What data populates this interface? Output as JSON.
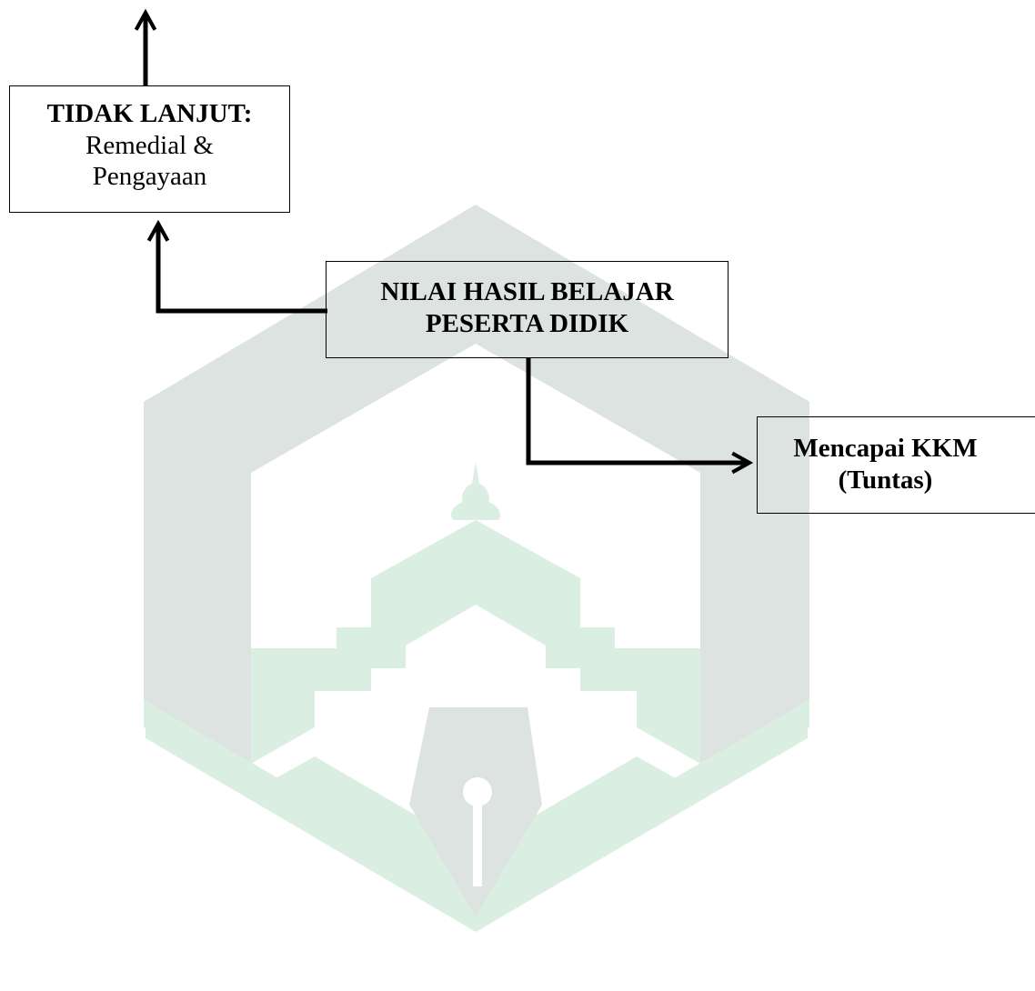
{
  "diagram": {
    "boxes": {
      "tindak_lanjut": {
        "title": "TIDAK LANJUT:",
        "line1": "Remedial &",
        "line2": "Pengayaan"
      },
      "nilai_hasil": {
        "line1": "NILAI HASIL BELAJAR",
        "line2": "PESERTA DIDIK"
      },
      "kkm": {
        "line1": "Mencapai KKM",
        "line2": "(Tuntas)"
      }
    }
  },
  "watermark": {
    "icon": "institution-logo-watermark",
    "colors": {
      "gray": "#dde3e1",
      "green": "#dbeee2"
    }
  },
  "colors": {
    "line": "#000000",
    "background": "#ffffff"
  }
}
